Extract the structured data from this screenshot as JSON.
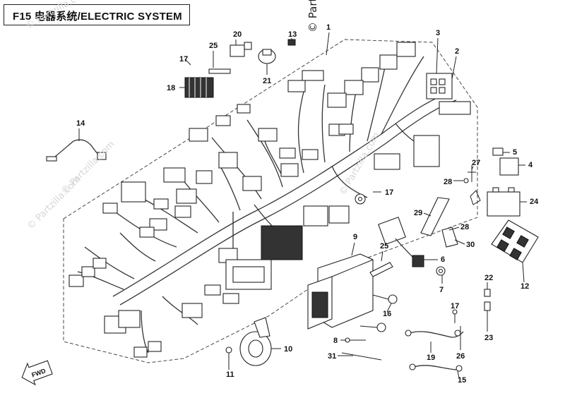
{
  "header": {
    "title": "F15 电器系统/ELECTRIC SYSTEM"
  },
  "watermarks": {
    "main": "© Partzilla.com",
    "faint": "© Partzilla.com"
  },
  "fwd_arrow": {
    "label": "FWD"
  },
  "callouts": [
    "1",
    "2",
    "3",
    "4",
    "5",
    "6",
    "7",
    "8",
    "9",
    "10",
    "11",
    "12",
    "13",
    "14",
    "15",
    "16",
    "17",
    "18",
    "19",
    "20",
    "21",
    "22",
    "23",
    "24",
    "25",
    "26",
    "27",
    "28",
    "29",
    "30",
    "31"
  ]
}
